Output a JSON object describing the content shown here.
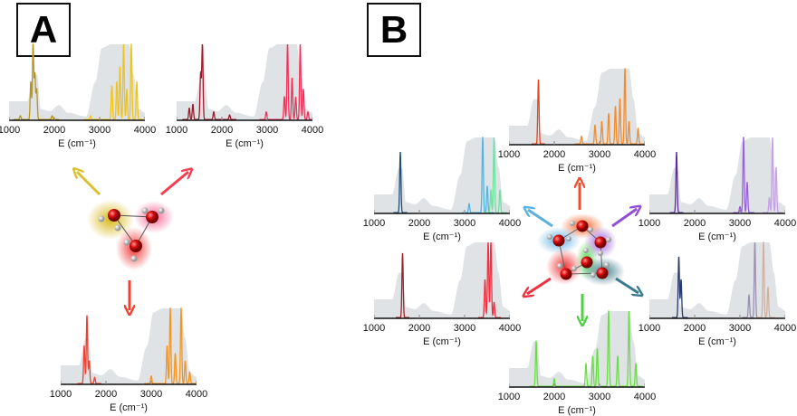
{
  "labels": {
    "a": "A",
    "b": "B"
  },
  "chart_data": [
    {
      "id": "A1",
      "type": "line",
      "xlabel": "E (cm⁻¹)",
      "ticks": [
        "1000",
        "2000",
        "3000",
        "4000"
      ],
      "xlim": [
        1000,
        4000
      ],
      "ylim": [
        0,
        1
      ],
      "series": [
        {
          "color": "#b8961c",
          "peaks": [
            [
              1480,
              0.5
            ],
            [
              1530,
              1
            ],
            [
              1570,
              0.6
            ],
            [
              1610,
              0.4
            ],
            [
              1250,
              0.05
            ],
            [
              1950,
              0.05
            ]
          ]
        },
        {
          "color": "#f0c419",
          "peaks": [
            [
              2800,
              0.05
            ],
            [
              3270,
              0.45
            ],
            [
              3380,
              0.5
            ],
            [
              3450,
              0.7
            ],
            [
              3530,
              1
            ],
            [
              3600,
              0.4
            ],
            [
              3700,
              1
            ],
            [
              3820,
              0.5
            ]
          ]
        }
      ]
    },
    {
      "id": "A2",
      "type": "line",
      "xlabel": "E (cm⁻¹)",
      "ticks": [
        "1000",
        "2000",
        "3000",
        "4000"
      ],
      "xlim": [
        1000,
        4000
      ],
      "ylim": [
        0,
        1
      ],
      "series": [
        {
          "color": "#9b1b2a",
          "peaks": [
            [
              1280,
              0.15
            ],
            [
              1360,
              0.2
            ],
            [
              1530,
              0.6
            ],
            [
              1570,
              1
            ],
            [
              1820,
              0.1
            ],
            [
              2170,
              0.06
            ]
          ]
        },
        {
          "color": "#f0325a",
          "peaks": [
            [
              2980,
              0.1
            ],
            [
              3380,
              0.3
            ],
            [
              3450,
              1
            ],
            [
              3550,
              0.55
            ],
            [
              3630,
              0.3
            ],
            [
              3730,
              1
            ],
            [
              3800,
              0.4
            ],
            [
              3900,
              0.1
            ]
          ]
        }
      ]
    },
    {
      "id": "A3",
      "type": "line",
      "xlabel": "E (cm⁻¹)",
      "ticks": [
        "1000",
        "2000",
        "3000",
        "4000"
      ],
      "xlim": [
        1000,
        4000
      ],
      "ylim": [
        0,
        1
      ],
      "series": [
        {
          "color": "#f04030",
          "peaks": [
            [
              1520,
              0.5
            ],
            [
              1580,
              0.9
            ],
            [
              1630,
              0.3
            ],
            [
              1750,
              0.08
            ]
          ]
        },
        {
          "color": "#f7941d",
          "peaks": [
            [
              3000,
              0.1
            ],
            [
              3350,
              0.5
            ],
            [
              3420,
              1
            ],
            [
              3530,
              0.4
            ],
            [
              3660,
              1
            ],
            [
              3750,
              0.3
            ],
            [
              3850,
              0.15
            ]
          ]
        }
      ]
    },
    {
      "id": "B-top",
      "type": "line",
      "xlabel": "E (cm⁻¹)",
      "ticks": [
        "1000",
        "2000",
        "3000",
        "4000"
      ],
      "xlim": [
        1000,
        4000
      ],
      "ylim": [
        0,
        1
      ],
      "series": [
        {
          "color": "#f0401e",
          "peaks": [
            [
              1650,
              0.85
            ]
          ]
        },
        {
          "color": "#f78a2a",
          "peaks": [
            [
              2600,
              0.1
            ],
            [
              2900,
              0.25
            ],
            [
              3050,
              0.3
            ],
            [
              3200,
              0.4
            ],
            [
              3350,
              0.5
            ],
            [
              3450,
              0.6
            ],
            [
              3560,
              1
            ],
            [
              3650,
              0.3
            ],
            [
              3850,
              0.2
            ]
          ]
        }
      ]
    },
    {
      "id": "B-upper-left",
      "type": "line",
      "xlabel": "E (cm⁻¹)",
      "ticks": [
        "1000",
        "2000",
        "3000",
        "4000"
      ],
      "xlim": [
        1000,
        4000
      ],
      "ylim": [
        0,
        1
      ],
      "series": [
        {
          "color": "#1f4e79",
          "peaks": [
            [
              1580,
              0.8
            ]
          ]
        },
        {
          "color": "#4fb5e6",
          "peaks": [
            [
              3100,
              0.12
            ],
            [
              3400,
              1
            ],
            [
              3500,
              0.35
            ]
          ]
        },
        {
          "color": "#6fe0a0",
          "peaks": [
            [
              3580,
              0.3
            ],
            [
              3650,
              1
            ],
            [
              3780,
              0.3
            ]
          ]
        }
      ]
    },
    {
      "id": "B-upper-right",
      "type": "line",
      "xlabel": "E (cm⁻¹)",
      "ticks": [
        "1000",
        "2000",
        "3000",
        "4000"
      ],
      "xlim": [
        1000,
        4000
      ],
      "ylim": [
        0,
        1
      ],
      "series": [
        {
          "color": "#5a2ca0",
          "peaks": [
            [
              1600,
              0.8
            ]
          ]
        },
        {
          "color": "#9a5fe0",
          "peaks": [
            [
              3000,
              0.08
            ],
            [
              3080,
              1
            ],
            [
              3160,
              0.4
            ]
          ]
        },
        {
          "color": "#c8a0e8",
          "peaks": [
            [
              3650,
              0.2
            ],
            [
              3720,
              1
            ],
            [
              3800,
              0.6
            ]
          ]
        }
      ]
    },
    {
      "id": "B-lower-left",
      "type": "line",
      "xlabel": "E (cm⁻¹)",
      "ticks": [
        "1000",
        "2000",
        "3000",
        "4000"
      ],
      "xlim": [
        1000,
        4000
      ],
      "ylim": [
        0,
        1
      ],
      "series": [
        {
          "color": "#a0202a",
          "peaks": [
            [
              1630,
              0.85
            ]
          ]
        },
        {
          "color": "#f03040",
          "peaks": [
            [
              3450,
              0.5
            ],
            [
              3520,
              1
            ],
            [
              3580,
              1
            ],
            [
              3650,
              0.2
            ]
          ]
        }
      ]
    },
    {
      "id": "B-lower-right",
      "type": "line",
      "xlabel": "E (cm⁻¹)",
      "ticks": [
        "1000",
        "2000",
        "3000",
        "4000"
      ],
      "xlim": [
        1000,
        4000
      ],
      "ylim": [
        0,
        1
      ],
      "series": [
        {
          "color": "#2a3a6a",
          "peaks": [
            [
              1650,
              0.8
            ],
            [
              1700,
              0.5
            ]
          ]
        },
        {
          "color": "#9a90b0",
          "peaks": [
            [
              3200,
              0.3
            ],
            [
              3330,
              1
            ]
          ]
        },
        {
          "color": "#d0b0a0",
          "peaks": [
            [
              3520,
              1
            ],
            [
              3620,
              0.4
            ]
          ]
        }
      ]
    },
    {
      "id": "B-bottom",
      "type": "line",
      "xlabel": "E (cm⁻¹)",
      "ticks": [
        "1000",
        "2000",
        "3000",
        "4000"
      ],
      "xlim": [
        1000,
        4000
      ],
      "ylim": [
        0,
        1
      ],
      "series": [
        {
          "color": "#66e040",
          "peaks": [
            [
              1600,
              0.6
            ],
            [
              2000,
              0.1
            ],
            [
              2700,
              0.3
            ],
            [
              2850,
              0.4
            ],
            [
              2950,
              0.5
            ],
            [
              3200,
              1
            ],
            [
              3400,
              0.4
            ],
            [
              3650,
              1
            ],
            [
              3800,
              0.3
            ]
          ]
        }
      ]
    }
  ],
  "background_profile": {
    "color": "#dfe3e5",
    "points": [
      [
        1000,
        0.25
      ],
      [
        1400,
        0.25
      ],
      [
        1550,
        0.6
      ],
      [
        1620,
        0.6
      ],
      [
        1700,
        0.15
      ],
      [
        1900,
        0.12
      ],
      [
        2100,
        0.2
      ],
      [
        2300,
        0.1
      ],
      [
        2700,
        0.05
      ],
      [
        2900,
        0.5
      ],
      [
        3050,
        0.95
      ],
      [
        3250,
        1
      ],
      [
        3650,
        1
      ],
      [
        3750,
        0.6
      ],
      [
        3850,
        0.15
      ],
      [
        4000,
        0.1
      ]
    ]
  }
}
